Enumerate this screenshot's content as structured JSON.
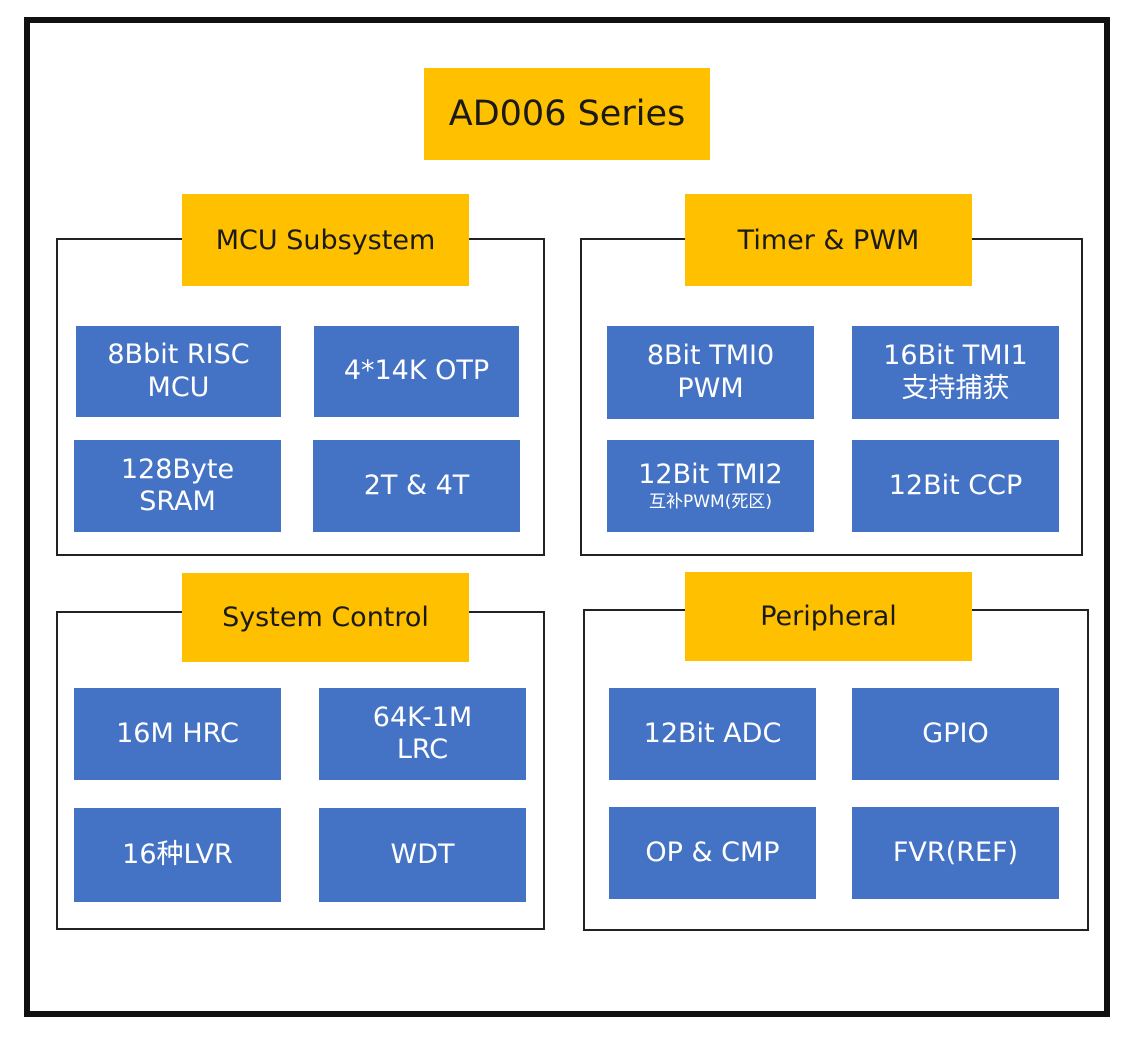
{
  "colors": {
    "header_fill": "#FFC000",
    "block_fill": "#4472C4",
    "frame_border": "#111111",
    "group_border": "#222222"
  },
  "title": "AD006 Series",
  "groups": [
    {
      "title": "MCU Subsystem",
      "blocks": [
        {
          "line1": "8Bbit RISC",
          "line2": "MCU"
        },
        {
          "line1": "4*14K OTP",
          "line2": ""
        },
        {
          "line1": "128Byte",
          "line2": "SRAM"
        },
        {
          "line1": "2T & 4T",
          "line2": ""
        }
      ]
    },
    {
      "title": "Timer & PWM",
      "blocks": [
        {
          "line1": "8Bit TMI0",
          "line2": "PWM"
        },
        {
          "line1": "16Bit TMI1",
          "line2": "支持捕获"
        },
        {
          "line1": "12Bit TMI2",
          "line2": "互补PWM(死区)"
        },
        {
          "line1": "12Bit CCP",
          "line2": ""
        }
      ]
    },
    {
      "title": "System Control",
      "blocks": [
        {
          "line1": "16M HRC",
          "line2": ""
        },
        {
          "line1": "64K-1M",
          "line2": "LRC"
        },
        {
          "line1": "16种LVR",
          "line2": ""
        },
        {
          "line1": "WDT",
          "line2": ""
        }
      ]
    },
    {
      "title": "Peripheral",
      "blocks": [
        {
          "line1": "12Bit ADC",
          "line2": ""
        },
        {
          "line1": "GPIO",
          "line2": ""
        },
        {
          "line1": "OP & CMP",
          "line2": ""
        },
        {
          "line1": "FVR(REF)",
          "line2": ""
        }
      ]
    }
  ]
}
